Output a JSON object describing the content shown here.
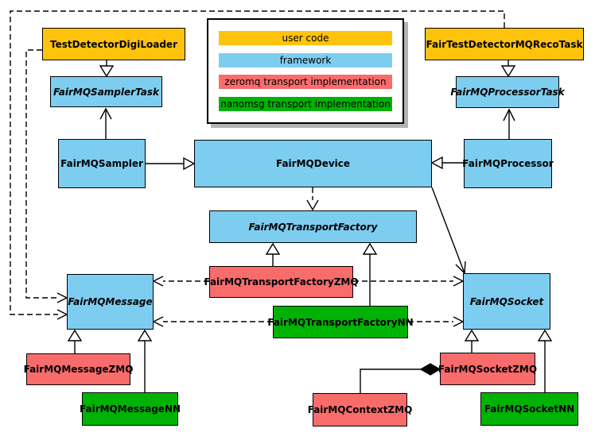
{
  "diagram": {
    "title": "FairMQ class diagram",
    "palette": {
      "user_code": "#FFC30B",
      "framework": "#7DCDF1",
      "zeromq_impl": "#F96C6C",
      "nanomsg_impl": "#00B204",
      "border": "#000000",
      "background": "#FFFFFF"
    },
    "legend": {
      "items": [
        {
          "label": "user code",
          "color": "#FFC30B"
        },
        {
          "label": "framework",
          "color": "#7DCDF1"
        },
        {
          "label": "zeromq transport implementation",
          "color": "#F96C6C"
        },
        {
          "label": "nanomsg transport implementation",
          "color": "#00B204"
        }
      ]
    },
    "nodes": {
      "test_detector_digi_loader": {
        "label": "TestDetectorDigiLoader",
        "category": "user code",
        "abstract": false
      },
      "fair_test_detector_mq_reco_task": {
        "label": "FairTestDetectorMQRecoTask",
        "category": "user code",
        "abstract": false
      },
      "fairmq_sampler_task": {
        "label": "FairMQSamplerTask",
        "category": "framework",
        "abstract": true
      },
      "fairmq_processor_task": {
        "label": "FairMQProcessorTask",
        "category": "framework",
        "abstract": true
      },
      "fairmq_sampler": {
        "label": "FairMQSampler",
        "category": "framework",
        "abstract": false
      },
      "fairmq_device": {
        "label": "FairMQDevice",
        "category": "framework",
        "abstract": false
      },
      "fairmq_processor": {
        "label": "FairMQProcessor",
        "category": "framework",
        "abstract": false
      },
      "fairmq_transport_factory": {
        "label": "FairMQTransportFactory",
        "category": "framework",
        "abstract": true
      },
      "fairmq_transport_factory_zmq": {
        "label": "FairMQTransportFactoryZMQ",
        "category": "zeromq transport implementation",
        "abstract": false
      },
      "fairmq_transport_factory_nn": {
        "label": "FairMQTransportFactoryNN",
        "category": "nanomsg transport implementation",
        "abstract": false
      },
      "fairmq_message": {
        "label": "FairMQMessage",
        "category": "framework",
        "abstract": true
      },
      "fairmq_socket": {
        "label": "FairMQSocket",
        "category": "framework",
        "abstract": true
      },
      "fairmq_message_zmq": {
        "label": "FairMQMessageZMQ",
        "category": "zeromq transport implementation",
        "abstract": false
      },
      "fairmq_message_nn": {
        "label": "FairMQMessageNN",
        "category": "nanomsg transport implementation",
        "abstract": false
      },
      "fairmq_socket_zmq": {
        "label": "FairMQSocketZMQ",
        "category": "zeromq transport implementation",
        "abstract": false
      },
      "fairmq_socket_nn": {
        "label": "FairMQSocketNN",
        "category": "nanomsg transport implementation",
        "abstract": false
      },
      "fairmq_context_zmq": {
        "label": "FairMQContextZMQ",
        "category": "zeromq transport implementation",
        "abstract": false
      }
    },
    "relationships": [
      {
        "from": "TestDetectorDigiLoader",
        "to": "FairMQSamplerTask",
        "type": "inheritance"
      },
      {
        "from": "FairTestDetectorMQRecoTask",
        "to": "FairMQProcessorTask",
        "type": "inheritance"
      },
      {
        "from": "FairMQSampler",
        "to": "FairMQSamplerTask",
        "type": "association"
      },
      {
        "from": "FairMQProcessor",
        "to": "FairMQProcessorTask",
        "type": "association"
      },
      {
        "from": "FairMQSampler",
        "to": "FairMQDevice",
        "type": "inheritance"
      },
      {
        "from": "FairMQProcessor",
        "to": "FairMQDevice",
        "type": "inheritance"
      },
      {
        "from": "FairMQDevice",
        "to": "FairMQTransportFactory",
        "type": "dependency"
      },
      {
        "from": "FairMQDevice",
        "to": "FairMQSocket",
        "type": "association"
      },
      {
        "from": "FairMQTransportFactoryZMQ",
        "to": "FairMQTransportFactory",
        "type": "inheritance"
      },
      {
        "from": "FairMQTransportFactoryNN",
        "to": "FairMQTransportFactory",
        "type": "inheritance"
      },
      {
        "from": "FairMQTransportFactoryZMQ",
        "to": "FairMQMessage",
        "type": "dependency"
      },
      {
        "from": "FairMQTransportFactoryZMQ",
        "to": "FairMQSocket",
        "type": "dependency"
      },
      {
        "from": "FairMQTransportFactoryNN",
        "to": "FairMQMessage",
        "type": "dependency"
      },
      {
        "from": "FairMQTransportFactoryNN",
        "to": "FairMQSocket",
        "type": "dependency"
      },
      {
        "from": "FairMQMessageZMQ",
        "to": "FairMQMessage",
        "type": "inheritance"
      },
      {
        "from": "FairMQMessageNN",
        "to": "FairMQMessage",
        "type": "inheritance"
      },
      {
        "from": "FairMQSocketZMQ",
        "to": "FairMQSocket",
        "type": "inheritance"
      },
      {
        "from": "FairMQSocketNN",
        "to": "FairMQSocket",
        "type": "inheritance"
      },
      {
        "from": "FairMQContextZMQ",
        "to": "FairMQSocketZMQ",
        "type": "composition"
      },
      {
        "from": "TestDetectorDigiLoader",
        "to": "FairMQMessage",
        "type": "dependency"
      },
      {
        "from": "FairTestDetectorMQRecoTask",
        "to": "FairMQMessage",
        "type": "dependency"
      }
    ]
  }
}
